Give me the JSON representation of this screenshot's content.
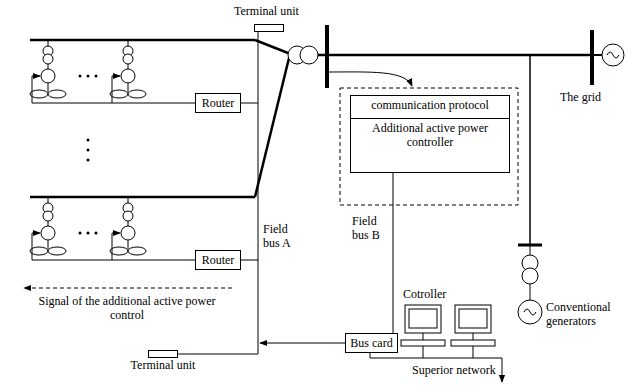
{
  "diagram": {
    "nodes": [
      {
        "text": [
          "Terminal unit"
        ]
      },
      {
        "text": [
          "Router"
        ]
      },
      {
        "text": [
          "Router"
        ]
      },
      {
        "text": [
          "communication protocol"
        ]
      },
      {
        "text": [
          "Additional active power controller"
        ]
      },
      {
        "text": [
          "Bus card"
        ]
      },
      {
        "text": [
          "Terminal unit"
        ]
      }
    ],
    "edges": [
      {
        "from": 0,
        "to": 6,
        "arrow": "none"
      },
      {
        "from": 4,
        "to": 5,
        "arrow": "none"
      }
    ],
    "labels": [
      "Field bus A",
      "Signal of the additional active power control",
      "Field bus B",
      "Cotroller",
      "Superior network",
      "The grid",
      "Conventional generators"
    ]
  }
}
